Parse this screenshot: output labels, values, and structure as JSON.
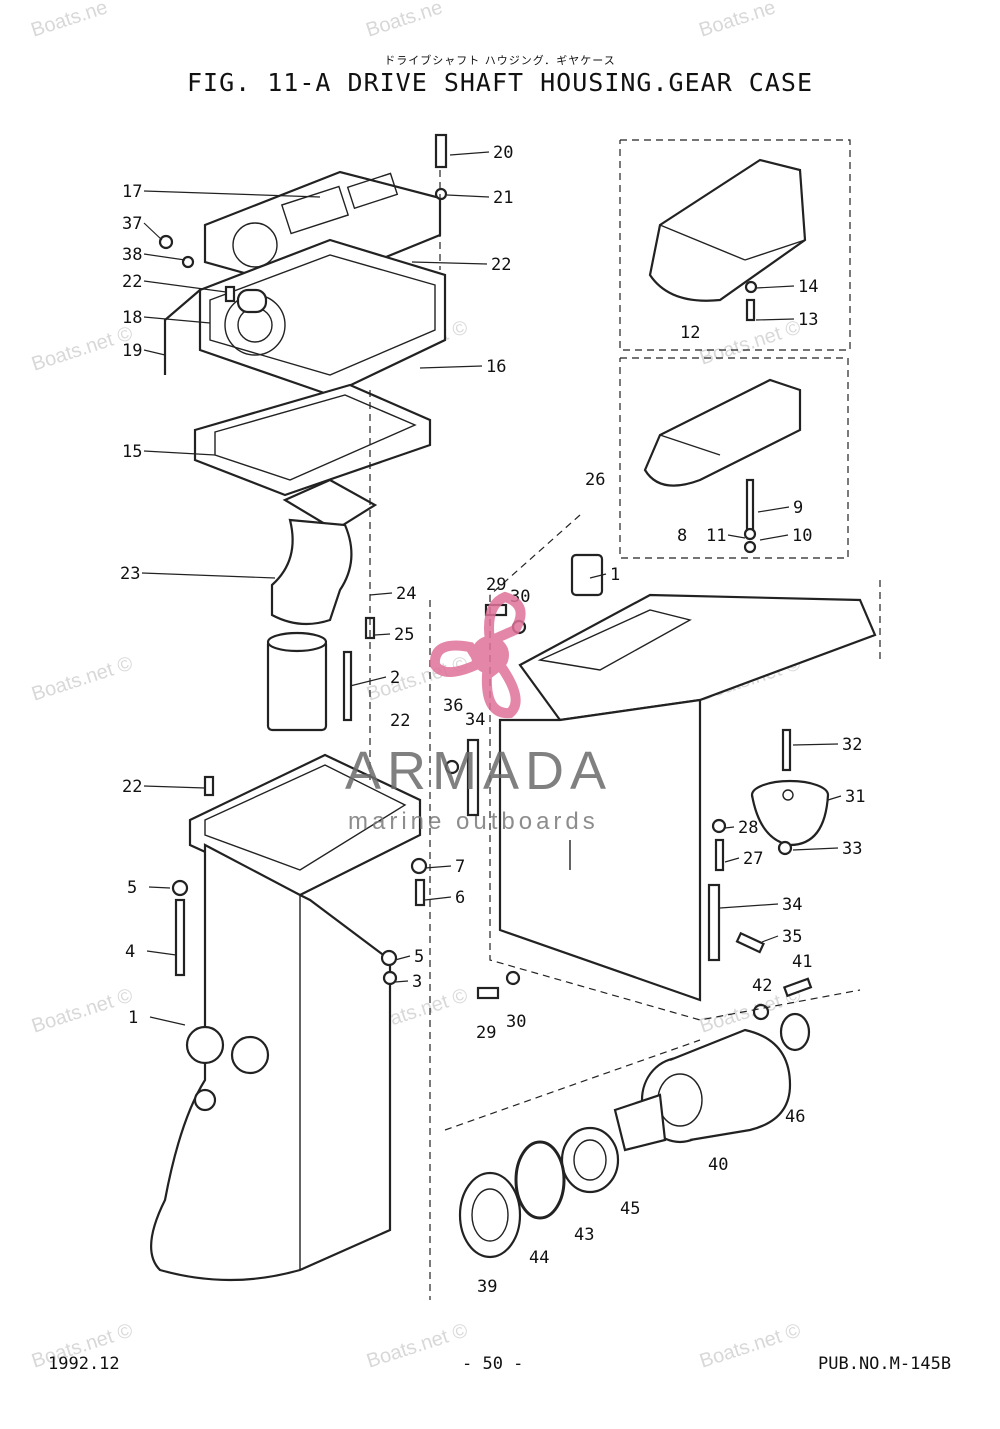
{
  "header": {
    "japanese_title": "ドライブシャフト ハウジング．ギヤケース",
    "title": "FIG. 11-A DRIVE SHAFT HOUSING.GEAR CASE"
  },
  "footer": {
    "date": "1992.12",
    "page": "- 50 -",
    "publication": "PUB.NO.M-145B"
  },
  "watermark": {
    "text": "Boats.net ©",
    "text_partial": "Boats.ne"
  },
  "logo": {
    "name": "ARMADA",
    "tagline": "marine outboards",
    "accent_color": "#e0729a"
  },
  "callouts": [
    "20",
    "21",
    "22",
    "17",
    "37",
    "38",
    "22",
    "18",
    "19",
    "16",
    "15",
    "23",
    "24",
    "25",
    "2",
    "22",
    "22",
    "5",
    "4",
    "1",
    "7",
    "6",
    "5",
    "3",
    "29",
    "30",
    "36",
    "34",
    "26",
    "1",
    "12",
    "14",
    "13",
    "9",
    "8",
    "11",
    "10",
    "32",
    "31",
    "28",
    "27",
    "33",
    "34",
    "35",
    "29",
    "30",
    "41",
    "42",
    "46",
    "40",
    "45",
    "43",
    "44",
    "39"
  ]
}
